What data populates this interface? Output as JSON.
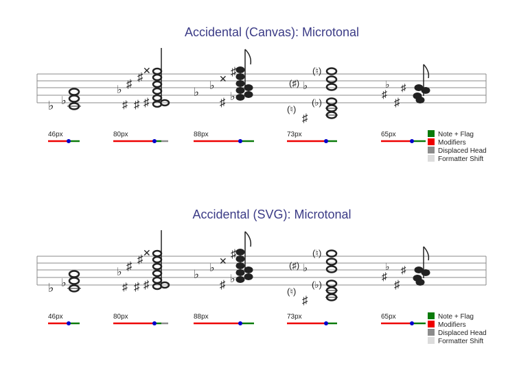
{
  "panels": [
    {
      "title": "Accidental (Canvas): Microtonal",
      "widths": [
        "46px",
        "80px",
        "88px",
        "73px",
        "65px"
      ]
    },
    {
      "title": "Accidental (SVG): Microtonal",
      "widths": [
        "46px",
        "80px",
        "88px",
        "73px",
        "65px"
      ]
    }
  ],
  "legend": [
    {
      "label": "Note + Flag",
      "color": "#0a7a0a"
    },
    {
      "label": "Modifiers",
      "color": "#ee0000"
    },
    {
      "label": "Displaced Head",
      "color": "#8c8c8c"
    },
    {
      "label": "Formatter Shift",
      "color": "#dcdcdc"
    }
  ],
  "colors": {
    "title": "#3b3b86",
    "tick_dot": "#0000cc"
  }
}
